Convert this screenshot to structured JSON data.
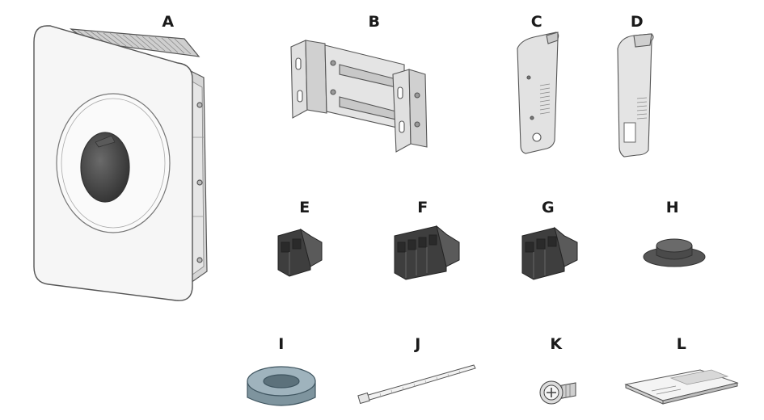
{
  "labels": {
    "a": "A",
    "b": "B",
    "c": "C",
    "d": "D",
    "e": "E",
    "f": "F",
    "g": "G",
    "h": "H",
    "i": "I",
    "j": "J",
    "k": "K",
    "l": "L"
  },
  "colors": {
    "outline": "#555555",
    "housing": "#f6f6f6",
    "metal": "#d4d4d4",
    "dark_part": "#4a4a4a",
    "ferrite": "#8fa3ad"
  },
  "parts": [
    {
      "label": "A",
      "icon": "inverter-icon"
    },
    {
      "label": "B",
      "icon": "wall-bracket-icon"
    },
    {
      "label": "C",
      "icon": "side-cover-left-icon"
    },
    {
      "label": "D",
      "icon": "side-cover-right-icon"
    },
    {
      "label": "E",
      "icon": "terminal-block-2pole-icon"
    },
    {
      "label": "F",
      "icon": "terminal-block-4pole-icon"
    },
    {
      "label": "G",
      "icon": "terminal-block-3pole-icon"
    },
    {
      "label": "H",
      "icon": "sealing-plug-icon"
    },
    {
      "label": "I",
      "icon": "ferrite-core-icon"
    },
    {
      "label": "J",
      "icon": "cable-tie-icon"
    },
    {
      "label": "K",
      "icon": "screw-icon"
    },
    {
      "label": "L",
      "icon": "documentation-icon"
    }
  ]
}
